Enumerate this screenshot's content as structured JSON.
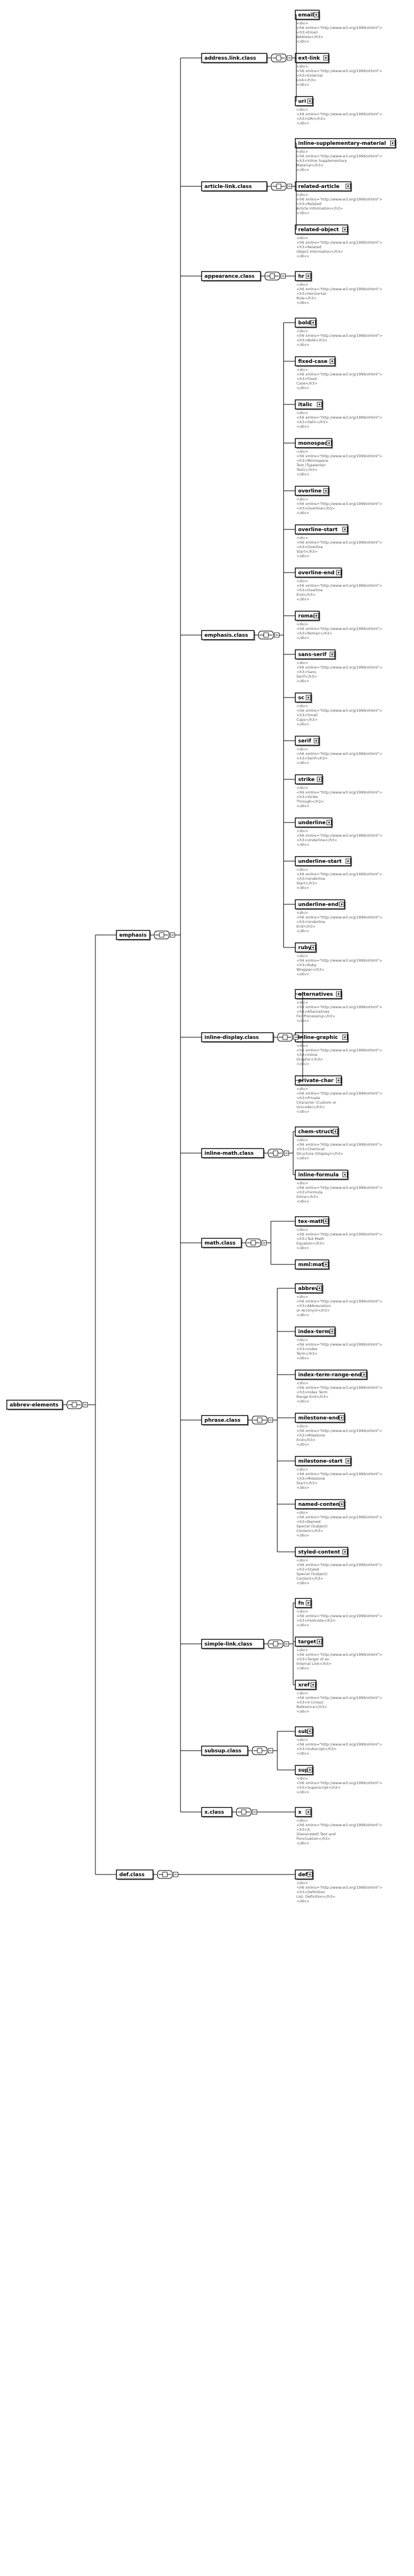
{
  "root": {
    "label": "abbrev-elements"
  },
  "groups": [
    {
      "label": "emphasis",
      "children": [
        {
          "label": "address.link.class",
          "items": [
            {
              "label": "email",
              "doc": [
                "<div>",
                "<h6 xmlns=\"http://www.w3.org/1999/xhtml\">",
                "<h3>Email",
                "Address</h3>",
                "</div>"
              ]
            },
            {
              "label": "ext-link",
              "doc": [
                "<div>",
                "<h6 xmlns=\"http://www.w3.org/1999/xhtml\">",
                "<h3>External",
                "Link</h3>",
                "</div>"
              ]
            },
            {
              "label": "uri",
              "doc": [
                "<div>",
                "<h6 xmlns=\"http://www.w3.org/1999/xhtml\">",
                "<h3>URI</h3>",
                "</div>"
              ]
            }
          ]
        },
        {
          "label": "article-link.class",
          "items": [
            {
              "label": "inline-supplementary-material",
              "doc": [
                "<div>",
                "<h6 xmlns=\"http://www.w3.org/1999/xhtml\">",
                "<h3>Inline Supplementary",
                "Material</h3>",
                "</div>"
              ]
            },
            {
              "label": "related-article",
              "doc": [
                "<div>",
                "<h6 xmlns=\"http://www.w3.org/1999/xhtml\">",
                "<h3>Related",
                "Article Information</h3>",
                "</div>"
              ]
            },
            {
              "label": "related-object",
              "doc": [
                "<div>",
                "<h6 xmlns=\"http://www.w3.org/1999/xhtml\">",
                "<h3>Related",
                "Object Information</h3>",
                "</div>"
              ]
            }
          ]
        },
        {
          "label": "appearance.class",
          "items": [
            {
              "label": "hr",
              "doc": [
                "<div>",
                "<h6 xmlns=\"http://www.w3.org/1999/xhtml\">",
                "<h3>Horizontal",
                "Rule</h3>",
                "</div>"
              ]
            }
          ]
        },
        {
          "label": "emphasis.class",
          "items": [
            {
              "label": "bold",
              "doc": [
                "<div>",
                "<h6 xmlns=\"http://www.w3.org/1999/xhtml\">",
                "<h3>Bold</h3>",
                "</div>"
              ]
            },
            {
              "label": "fixed-case",
              "doc": [
                "<div>",
                "<h6 xmlns=\"http://www.w3.org/1999/xhtml\">",
                "<h3>Fixed",
                "Case</h3>",
                "</div>"
              ]
            },
            {
              "label": "italic",
              "doc": [
                "<div>",
                "<h6 xmlns=\"http://www.w3.org/1999/xhtml\">",
                "<h3>Italic</h3>",
                "</div>"
              ]
            },
            {
              "label": "monospace",
              "doc": [
                "<div>",
                "<h6 xmlns=\"http://www.w3.org/1999/xhtml\">",
                "<h3>Monospace",
                "Text (Typewriter",
                "Text)</h3>",
                "</div>"
              ]
            },
            {
              "label": "overline",
              "doc": [
                "<div>",
                "<h6 xmlns=\"http://www.w3.org/1999/xhtml\">",
                "<h3>Overline</h3>",
                "</div>"
              ]
            },
            {
              "label": "overline-start",
              "doc": [
                "<div>",
                "<h6 xmlns=\"http://www.w3.org/1999/xhtml\">",
                "<h3>Overline",
                "Start</h3>",
                "</div>"
              ]
            },
            {
              "label": "overline-end",
              "doc": [
                "<div>",
                "<h6 xmlns=\"http://www.w3.org/1999/xhtml\">",
                "<h3>Overline",
                "End</h3>",
                "</div>"
              ]
            },
            {
              "label": "roman",
              "doc": [
                "<div>",
                "<h6 xmlns=\"http://www.w3.org/1999/xhtml\">",
                "<h3>Roman</h3>",
                "</div>"
              ]
            },
            {
              "label": "sans-serif",
              "doc": [
                "<div>",
                "<h6 xmlns=\"http://www.w3.org/1999/xhtml\">",
                "<h3>Sans",
                "Serif</h3>",
                "</div>"
              ]
            },
            {
              "label": "sc",
              "doc": [
                "<div>",
                "<h6 xmlns=\"http://www.w3.org/1999/xhtml\">",
                "<h3>Small",
                "Caps</h3>",
                "</div>"
              ]
            },
            {
              "label": "serif",
              "doc": [
                "<div>",
                "<h6 xmlns=\"http://www.w3.org/1999/xhtml\">",
                "<h3>Serif</h3>",
                "</div>"
              ]
            },
            {
              "label": "strike",
              "doc": [
                "<div>",
                "<h6 xmlns=\"http://www.w3.org/1999/xhtml\">",
                "<h3>Strike",
                "Through</h3>",
                "</div>"
              ]
            },
            {
              "label": "underline",
              "doc": [
                "<div>",
                "<h6 xmlns=\"http://www.w3.org/1999/xhtml\">",
                "<h3>Underline</h3>",
                "</div>"
              ]
            },
            {
              "label": "underline-start",
              "doc": [
                "<div>",
                "<h6 xmlns=\"http://www.w3.org/1999/xhtml\">",
                "<h3>Underline",
                "Start</h3>",
                "</div>"
              ]
            },
            {
              "label": "underline-end",
              "doc": [
                "<div>",
                "<h6 xmlns=\"http://www.w3.org/1999/xhtml\">",
                "<h3>Underline",
                "End</h3>",
                "</div>"
              ]
            },
            {
              "label": "ruby",
              "doc": [
                "<div>",
                "<h6 xmlns=\"http://www.w3.org/1999/xhtml\">",
                "<h3>Ruby",
                "Wrapper</h3>",
                "</div>"
              ]
            }
          ]
        },
        {
          "label": "inline-display.class",
          "items": [
            {
              "label": "alternatives",
              "doc": [
                "<div>",
                "<h6 xmlns=\"http://www.w3.org/1999/xhtml\">",
                "<h3>Alternatives",
                "For Processing</h3>",
                "</div>"
              ]
            },
            {
              "label": "inline-graphic",
              "doc": [
                "<div>",
                "<h6 xmlns=\"http://www.w3.org/1999/xhtml\">",
                "<h3>Inline",
                "Graphic</h3>",
                "</div>"
              ]
            },
            {
              "label": "private-char",
              "doc": [
                "<div>",
                "<h6 xmlns=\"http://www.w3.org/1999/xhtml\">",
                "<h3>Private",
                "Character (Custom or",
                "Unicode)</h3>",
                "</div>"
              ]
            }
          ]
        },
        {
          "label": "inline-math.class",
          "items": [
            {
              "label": "chem-struct",
              "doc": [
                "<div>",
                "<h6 xmlns=\"http://www.w3.org/1999/xhtml\">",
                "<h3>Chemical",
                "Structure (Display)</h3>",
                "</div>"
              ]
            },
            {
              "label": "inline-formula",
              "doc": [
                "<div>",
                "<h6 xmlns=\"http://www.w3.org/1999/xhtml\">",
                "<h3>Formula,",
                "Inline</h3>",
                "</div>"
              ]
            }
          ]
        },
        {
          "label": "math.class",
          "items": [
            {
              "label": "tex-math",
              "doc": [
                "<div>",
                "<h6 xmlns=\"http://www.w3.org/1999/xhtml\">",
                "<h3>TeX Math",
                "Equation</h3>",
                "</div>"
              ]
            },
            {
              "label": "mml:math",
              "doc": []
            }
          ]
        },
        {
          "label": "phrase.class",
          "items": [
            {
              "label": "abbrev",
              "doc": [
                "<div>",
                "<h6 xmlns=\"http://www.w3.org/1999/xhtml\">",
                "<h3>Abbreviation",
                "or Acronym</h3>",
                "</div>"
              ]
            },
            {
              "label": "index-term",
              "doc": [
                "<div>",
                "<h6 xmlns=\"http://www.w3.org/1999/xhtml\">",
                "<h3>Index",
                "Term</h3>",
                "</div>"
              ]
            },
            {
              "label": "index-term-range-end",
              "doc": [
                "<div>",
                "<h6 xmlns=\"http://www.w3.org/1999/xhtml\">",
                "<h3>Index Term",
                "Range End</h3>",
                "</div>"
              ]
            },
            {
              "label": "milestone-end",
              "doc": [
                "<div>",
                "<h6 xmlns=\"http://www.w3.org/1999/xhtml\">",
                "<h3>Milestone",
                "End</h3>",
                "</div>"
              ]
            },
            {
              "label": "milestone-start",
              "doc": [
                "<div>",
                "<h6 xmlns=\"http://www.w3.org/1999/xhtml\">",
                "<h3>Milestone",
                "Start</h3>",
                "</div>"
              ]
            },
            {
              "label": "named-content",
              "doc": [
                "<div>",
                "<h6 xmlns=\"http://www.w3.org/1999/xhtml\">",
                "<h3>Named",
                "Special (Subject)",
                "Content</h3>",
                "</div>"
              ]
            },
            {
              "label": "styled-content",
              "doc": [
                "<div>",
                "<h6 xmlns=\"http://www.w3.org/1999/xhtml\">",
                "<h3>Styled",
                "Special (Subject)",
                "Content</h3>",
                "</div>"
              ]
            }
          ]
        },
        {
          "label": "simple-link.class",
          "items": [
            {
              "label": "fn",
              "doc": [
                "<div>",
                "<h6 xmlns=\"http://www.w3.org/1999/xhtml\">",
                "<h3>Footnote</h3>",
                "</div>"
              ]
            },
            {
              "label": "target",
              "doc": [
                "<div>",
                "<h6 xmlns=\"http://www.w3.org/1999/xhtml\">",
                "<h3>Target of an",
                "Internal Link</h3>",
                "</div>"
              ]
            },
            {
              "label": "xref",
              "doc": [
                "<div>",
                "<h6 xmlns=\"http://www.w3.org/1999/xhtml\">",
                "<h3>X (cross)",
                "Reference</h3>",
                "</div>"
              ]
            }
          ]
        },
        {
          "label": "subsup.class",
          "items": [
            {
              "label": "sub",
              "doc": [
                "<div>",
                "<h6 xmlns=\"http://www.w3.org/1999/xhtml\">",
                "<h3>Subscript</h3>",
                "</div>"
              ]
            },
            {
              "label": "sup",
              "doc": [
                "<div>",
                "<h6 xmlns=\"http://www.w3.org/1999/xhtml\">",
                "<h3>Superscript</h3>",
                "</div>"
              ]
            }
          ]
        },
        {
          "label": "x.class",
          "items": [
            {
              "label": "x",
              "doc": [
                "<div>",
                "<h6 xmlns=\"http://www.w3.org/1999/xhtml\">",
                "<h3>X",
                "(Generated) Text and",
                "Punctuation</h3>",
                "</div>"
              ]
            }
          ]
        }
      ]
    },
    {
      "label": "def.class",
      "children": [],
      "items": [
        {
          "label": "def",
          "doc": [
            "<div>",
            "<h6 xmlns=\"http://www.w3.org/1999/xhtml\">",
            "<h3>Definition",
            "List: Definition</h3>",
            "</div>"
          ]
        }
      ]
    }
  ]
}
